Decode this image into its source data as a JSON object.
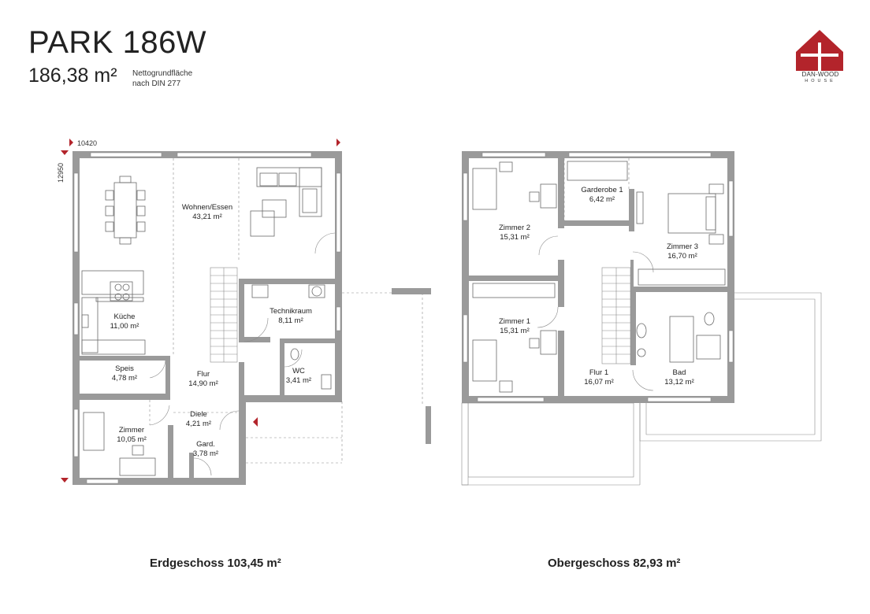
{
  "header": {
    "title": "PARK 186W",
    "area": "186,38 m²",
    "area_note": "Nettogrundfläche\nnach DIN 277"
  },
  "logo": {
    "brand": "DAN-WOOD",
    "sub": "HOUSE",
    "color": "#b3242b"
  },
  "ground_floor": {
    "caption": "Erdgeschoss 103,45 m²",
    "dim_width": "10420",
    "dim_height": "12950",
    "rooms": [
      {
        "name": "Wohnen/Essen",
        "area": "43,21 m²"
      },
      {
        "name": "Küche",
        "area": "11,00 m²"
      },
      {
        "name": "Technikraum",
        "area": "8,11 m²"
      },
      {
        "name": "WC",
        "area": "3,41 m²"
      },
      {
        "name": "Speis",
        "area": "4,78 m²"
      },
      {
        "name": "Flur",
        "area": "14,90 m²"
      },
      {
        "name": "Diele",
        "area": "4,21 m²"
      },
      {
        "name": "Zimmer",
        "area": "10,05 m²"
      },
      {
        "name": "Gard.",
        "area": "3,78 m²"
      }
    ]
  },
  "upper_floor": {
    "caption": "Obergeschoss 82,93 m²",
    "rooms": [
      {
        "name": "Zimmer 2",
        "area": "15,31 m²"
      },
      {
        "name": "Garderobe 1",
        "area": "6,42 m²"
      },
      {
        "name": "Zimmer 3",
        "area": "16,70 m²"
      },
      {
        "name": "Zimmer 1",
        "area": "15,31 m²"
      },
      {
        "name": "Flur 1",
        "area": "16,07 m²"
      },
      {
        "name": "Bad",
        "area": "13,12 m²"
      }
    ]
  },
  "colors": {
    "wall": "#9a9a9a",
    "furniture": "#666666",
    "accent": "#b3242b"
  }
}
